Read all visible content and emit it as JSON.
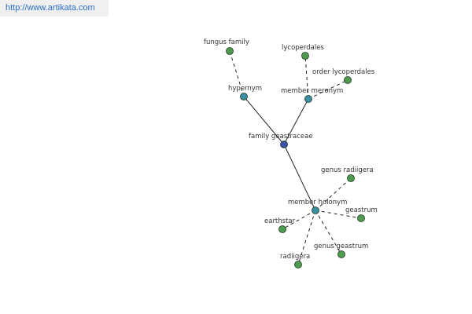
{
  "watermark": {
    "text": "http://www.artikata.com"
  },
  "colors": {
    "leaf": "#4e9a4e",
    "relation": "#3b8fa3",
    "center": "#3b4fa8",
    "edge": "#222222"
  },
  "graph": {
    "nodes": [
      {
        "id": "family_geastraceae",
        "label": "family geastraceae",
        "kind": "center"
      },
      {
        "id": "hypernym",
        "label": "hypernym",
        "kind": "relation"
      },
      {
        "id": "member_meronym",
        "label": "member meronym",
        "kind": "relation"
      },
      {
        "id": "member_holonym",
        "label": "member holonym",
        "kind": "relation"
      },
      {
        "id": "fungus_family",
        "label": "fungus family",
        "kind": "leaf"
      },
      {
        "id": "lycoperdales",
        "label": "lycoperdales",
        "kind": "leaf"
      },
      {
        "id": "order_lycoperdales",
        "label": "order lycoperdales",
        "kind": "leaf"
      },
      {
        "id": "genus_radiigera",
        "label": "genus radiigera",
        "kind": "leaf"
      },
      {
        "id": "geastrum",
        "label": "geastrum",
        "kind": "leaf"
      },
      {
        "id": "genus_geastrum",
        "label": "genus geastrum",
        "kind": "leaf"
      },
      {
        "id": "radiigera",
        "label": "radiigera",
        "kind": "leaf"
      },
      {
        "id": "earthstar",
        "label": "earthstar",
        "kind": "leaf"
      }
    ],
    "edges": [
      {
        "from": "family_geastraceae",
        "to": "hypernym",
        "style": "solid"
      },
      {
        "from": "family_geastraceae",
        "to": "member_meronym",
        "style": "solid"
      },
      {
        "from": "family_geastraceae",
        "to": "member_holonym",
        "style": "solid"
      },
      {
        "from": "hypernym",
        "to": "fungus_family",
        "style": "dashed"
      },
      {
        "from": "member_meronym",
        "to": "lycoperdales",
        "style": "dashed"
      },
      {
        "from": "member_meronym",
        "to": "order_lycoperdales",
        "style": "dashed"
      },
      {
        "from": "member_holonym",
        "to": "genus_radiigera",
        "style": "dashed"
      },
      {
        "from": "member_holonym",
        "to": "geastrum",
        "style": "dashed"
      },
      {
        "from": "member_holonym",
        "to": "genus_geastrum",
        "style": "dashed"
      },
      {
        "from": "member_holonym",
        "to": "radiigera",
        "style": "dashed"
      },
      {
        "from": "member_holonym",
        "to": "earthstar",
        "style": "dashed"
      }
    ]
  }
}
